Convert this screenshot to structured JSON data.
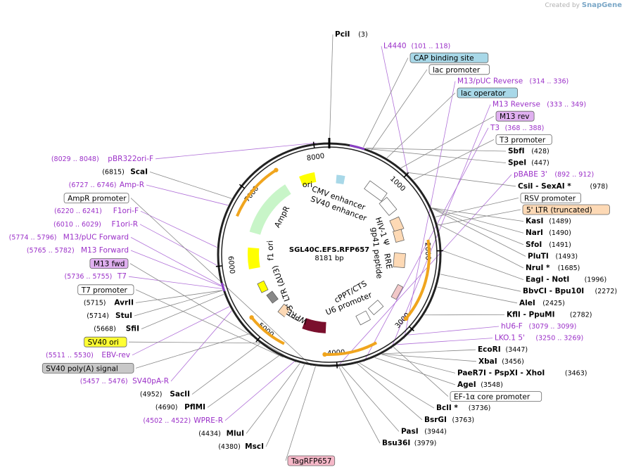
{
  "credit": {
    "created_by": "Created by",
    "app": "SnapGene"
  },
  "plasmid": {
    "name": "SGL40C.EFS.RFP657",
    "size": "8181 bp",
    "length": 8181
  },
  "scale_ticks": [
    "1000",
    "2000",
    "3000",
    "4000",
    "5000",
    "6000",
    "7000",
    "8000"
  ],
  "colors": {
    "primer": "#9b30c8",
    "enzyme": "#000000",
    "backbone": "#222222",
    "orange": "#f0a51e",
    "tan": "#fdd9b5",
    "lightblue": "#a8d8e8",
    "lightgreen": "#c8f5c8",
    "yellow": "#ffff00",
    "maroon": "#7a0f2d"
  },
  "labels": [
    {
      "kind": "enzyme",
      "name": "PciI",
      "pos": "(3)",
      "side": "R"
    },
    {
      "kind": "primer",
      "name": "L4440",
      "pos": "(101 .. 118)",
      "side": "R"
    },
    {
      "kind": "feature",
      "name": "CAP binding site",
      "style": "blue",
      "side": "R"
    },
    {
      "kind": "feature",
      "name": "lac promoter",
      "style": "white",
      "side": "R"
    },
    {
      "kind": "primer",
      "name": "M13/pUC Reverse",
      "pos": "(314 .. 336)",
      "side": "R"
    },
    {
      "kind": "feature",
      "name": "lac operator",
      "style": "blue",
      "side": "R"
    },
    {
      "kind": "primer",
      "name": "M13 Reverse",
      "pos": "(333 .. 349)",
      "side": "R"
    },
    {
      "kind": "feature",
      "name": "M13 rev",
      "style": "purple",
      "side": "R"
    },
    {
      "kind": "primer",
      "name": "T3",
      "pos": "(368 .. 388)",
      "side": "R"
    },
    {
      "kind": "feature",
      "name": "T3 promoter",
      "style": "white",
      "side": "R"
    },
    {
      "kind": "enzyme",
      "name": "SbfI",
      "pos": "(428)",
      "side": "R"
    },
    {
      "kind": "enzyme",
      "name": "SpeI",
      "pos": "(447)",
      "side": "R"
    },
    {
      "kind": "primer",
      "name": "pBABE 3'",
      "pos": "(892 .. 912)",
      "side": "R"
    },
    {
      "kind": "enzyme",
      "name": "CsiI  - SexAI *",
      "pos": "(978)",
      "side": "R"
    },
    {
      "kind": "feature",
      "name": "RSV promoter",
      "style": "white",
      "side": "R"
    },
    {
      "kind": "feature",
      "name": "5' LTR (truncated)",
      "style": "tan",
      "side": "R"
    },
    {
      "kind": "enzyme",
      "name": "KasI",
      "pos": "(1489)",
      "side": "R"
    },
    {
      "kind": "enzyme",
      "name": "NarI",
      "pos": "(1490)",
      "side": "R"
    },
    {
      "kind": "enzyme",
      "name": "SfoI",
      "pos": "(1491)",
      "side": "R"
    },
    {
      "kind": "enzyme",
      "name": "PluTI",
      "pos": "(1493)",
      "side": "R"
    },
    {
      "kind": "enzyme",
      "name": "NruI *",
      "pos": "(1685)",
      "side": "R"
    },
    {
      "kind": "enzyme",
      "name": "EagI  - NotI",
      "pos": "(1996)",
      "side": "R"
    },
    {
      "kind": "enzyme",
      "name": "BbvCI  - Bpu10I",
      "pos": "(2272)",
      "side": "R"
    },
    {
      "kind": "enzyme",
      "name": "AleI",
      "pos": "(2425)",
      "side": "R"
    },
    {
      "kind": "enzyme",
      "name": "KflI  - PpuMI",
      "pos": "(2782)",
      "side": "R"
    },
    {
      "kind": "primer",
      "name": "hU6-F",
      "pos": "(3079 .. 3099)",
      "side": "R"
    },
    {
      "kind": "primer",
      "name": "LKO.1 5'",
      "pos": "(3250 .. 3269)",
      "side": "R"
    },
    {
      "kind": "enzyme",
      "name": "EcoRI",
      "pos": "(3447)",
      "side": "R"
    },
    {
      "kind": "enzyme",
      "name": "XbaI",
      "pos": "(3456)",
      "side": "R"
    },
    {
      "kind": "enzyme",
      "name": "PaeR7I  - PspXI  - XhoI",
      "pos": "(3463)",
      "side": "R"
    },
    {
      "kind": "enzyme",
      "name": "AgeI",
      "pos": "(3548)",
      "side": "R"
    },
    {
      "kind": "feature",
      "name": "EF-1α core promoter",
      "style": "white",
      "side": "R"
    },
    {
      "kind": "enzyme",
      "name": "BclI *",
      "pos": "(3736)",
      "side": "R"
    },
    {
      "kind": "enzyme",
      "name": "BsrGI",
      "pos": "(3763)",
      "side": "R"
    },
    {
      "kind": "enzyme",
      "name": "PasI",
      "pos": "(3944)",
      "side": "R"
    },
    {
      "kind": "enzyme",
      "name": "Bsu36I",
      "pos": "(3979)",
      "side": "R"
    },
    {
      "kind": "feature",
      "name": "TagRFP657",
      "style": "pink",
      "side": "B"
    },
    {
      "kind": "enzyme",
      "name": "MscI",
      "pos": "(4380)",
      "side": "L"
    },
    {
      "kind": "enzyme",
      "name": "MluI",
      "pos": "(4434)",
      "side": "L"
    },
    {
      "kind": "primer",
      "name": "WPRE-R",
      "pos": "(4502 .. 4522)",
      "side": "L"
    },
    {
      "kind": "enzyme",
      "name": "PflMI",
      "pos": "(4690)",
      "side": "L"
    },
    {
      "kind": "enzyme",
      "name": "SacII",
      "pos": "(4952)",
      "side": "L"
    },
    {
      "kind": "primer",
      "name": "SV40pA-R",
      "pos": "(5457 .. 5476)",
      "side": "L"
    },
    {
      "kind": "feature",
      "name": "SV40 poly(A) signal",
      "style": "gray",
      "side": "L"
    },
    {
      "kind": "primer",
      "name": "EBV-rev",
      "pos": "(5511 .. 5530)",
      "side": "L"
    },
    {
      "kind": "feature",
      "name": "SV40 ori",
      "style": "yellow",
      "side": "L"
    },
    {
      "kind": "enzyme",
      "name": "SfiI",
      "pos": "(5668)",
      "side": "L"
    },
    {
      "kind": "enzyme",
      "name": "StuI",
      "pos": "(5714)",
      "side": "L"
    },
    {
      "kind": "enzyme",
      "name": "AvrII",
      "pos": "(5715)",
      "side": "L"
    },
    {
      "kind": "feature",
      "name": "T7 promoter",
      "style": "white",
      "side": "L"
    },
    {
      "kind": "primer",
      "name": "T7",
      "pos": "(5736 .. 5755)",
      "side": "L"
    },
    {
      "kind": "feature",
      "name": "M13 fwd",
      "style": "purple",
      "side": "L"
    },
    {
      "kind": "primer",
      "name": "M13 Forward",
      "pos": "(5765 .. 5782)",
      "side": "L"
    },
    {
      "kind": "primer",
      "name": "M13/pUC Forward",
      "pos": "(5774 .. 5796)",
      "side": "L"
    },
    {
      "kind": "primer",
      "name": "F1ori-R",
      "pos": "(6010 .. 6029)",
      "side": "L"
    },
    {
      "kind": "primer",
      "name": "F1ori-F",
      "pos": "(6220 .. 6241)",
      "side": "L"
    },
    {
      "kind": "feature",
      "name": "AmpR promoter",
      "style": "white",
      "side": "L"
    },
    {
      "kind": "primer",
      "name": "Amp-R",
      "pos": "(6727 .. 6746)",
      "side": "L"
    },
    {
      "kind": "enzyme",
      "name": "ScaI",
      "pos": "(6815)",
      "side": "L"
    },
    {
      "kind": "primer",
      "name": "pBR322ori-F",
      "pos": "(8029 .. 8048)",
      "side": "L"
    }
  ],
  "inner_features": [
    {
      "name": "ori",
      "style": "yellow"
    },
    {
      "name": "CMV enhancer"
    },
    {
      "name": "SV40 enhancer"
    },
    {
      "name": "AmpR",
      "style": "green"
    },
    {
      "name": "HIV-1 Ψ"
    },
    {
      "name": "RRE"
    },
    {
      "name": "gp41 peptide"
    },
    {
      "name": "f1 ori",
      "style": "yellow"
    },
    {
      "name": "3' LTR (ΔU3)"
    },
    {
      "name": "WPRE"
    },
    {
      "name": "cPPT/CTS"
    },
    {
      "name": "U6 promoter"
    }
  ]
}
